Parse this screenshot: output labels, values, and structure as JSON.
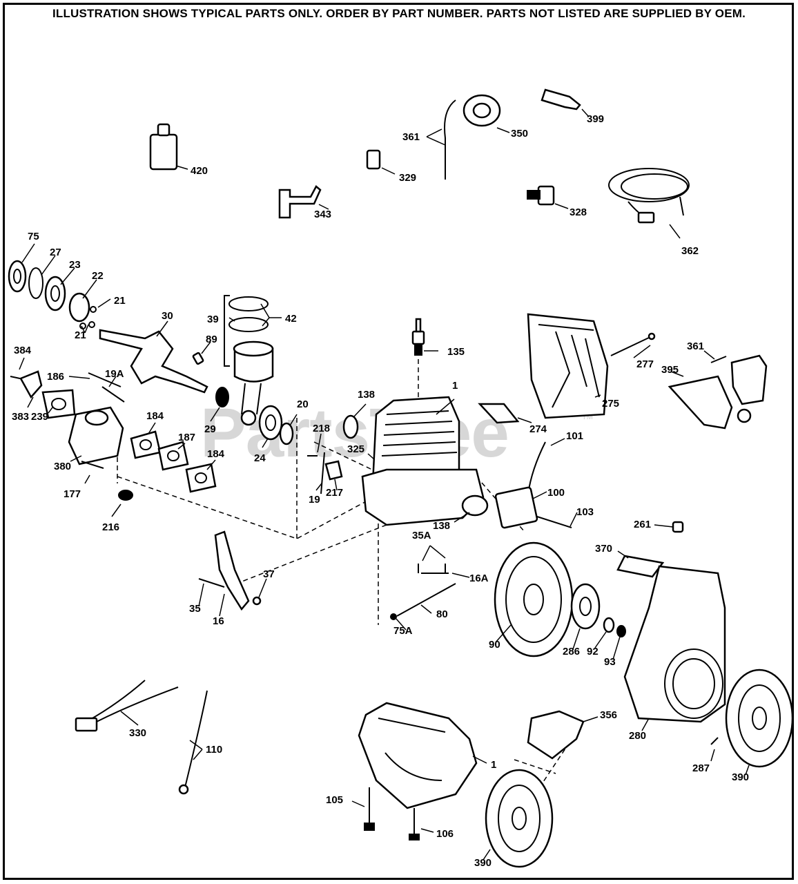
{
  "header": {
    "text": "ILLUSTRATION SHOWS TYPICAL PARTS ONLY.  ORDER BY PART NUMBER.  PARTS NOT LISTED ARE SUPPLIED BY OEM."
  },
  "watermark": {
    "text": "PartsTree",
    "trademark": "TM"
  },
  "callouts": [
    "420",
    "361",
    "350",
    "399",
    "329",
    "343",
    "328",
    "362",
    "75",
    "27",
    "23",
    "22",
    "21",
    "21",
    "30",
    "39",
    "42",
    "89",
    "135",
    "277",
    "361",
    "395",
    "384",
    "186",
    "19A",
    "383",
    "239",
    "380",
    "177",
    "216",
    "184",
    "187",
    "184",
    "29",
    "24",
    "20",
    "138",
    "1",
    "218",
    "325",
    "19",
    "217",
    "274",
    "275",
    "101",
    "100",
    "103",
    "138",
    "35A",
    "16A",
    "80",
    "75A",
    "37",
    "35",
    "16",
    "90",
    "286",
    "92",
    "93",
    "261",
    "370",
    "280",
    "330",
    "110",
    "1",
    "356",
    "105",
    "106",
    "390",
    "287",
    "390"
  ]
}
